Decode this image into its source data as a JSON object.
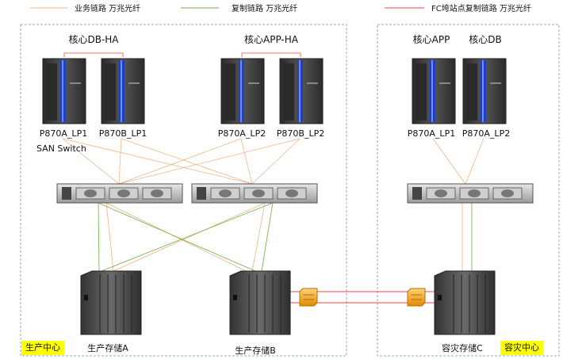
{
  "legend": {
    "business": {
      "label": "业务链路 万兆光纤",
      "color": "#f4b183"
    },
    "replication": {
      "label": "复制链路 万兆光纤",
      "color": "#70ad47"
    },
    "fc_site": {
      "label": "FC垮站点复制链路 万兆光纤",
      "color": "#ff4040"
    }
  },
  "regions": {
    "production": {
      "label": "生产中心"
    },
    "dr": {
      "label": "容灾中心"
    }
  },
  "groups": {
    "core_db_ha": "核心DB-HA",
    "core_app_ha": "核心APP-HA",
    "dr_core_app": "核心APP",
    "dr_core_db": "核心DB"
  },
  "servers": {
    "s1": "P870A_LP1",
    "s2": "P870B_LP1",
    "s3": "P870A_LP2",
    "s4": "P870B_LP2",
    "s5": "P870A_LP1",
    "s6": "P870A_LP2"
  },
  "san_switch_label": "SAN Switch",
  "storage": {
    "a": "生产存储A",
    "b": "生产存储B",
    "c": "容灾存储C"
  },
  "colors": {
    "dashed_border": "#9aa6b2",
    "server_body": "#3a3a3a",
    "server_stripe": "#1f3fbf",
    "fc_converter": "#f6a623"
  }
}
